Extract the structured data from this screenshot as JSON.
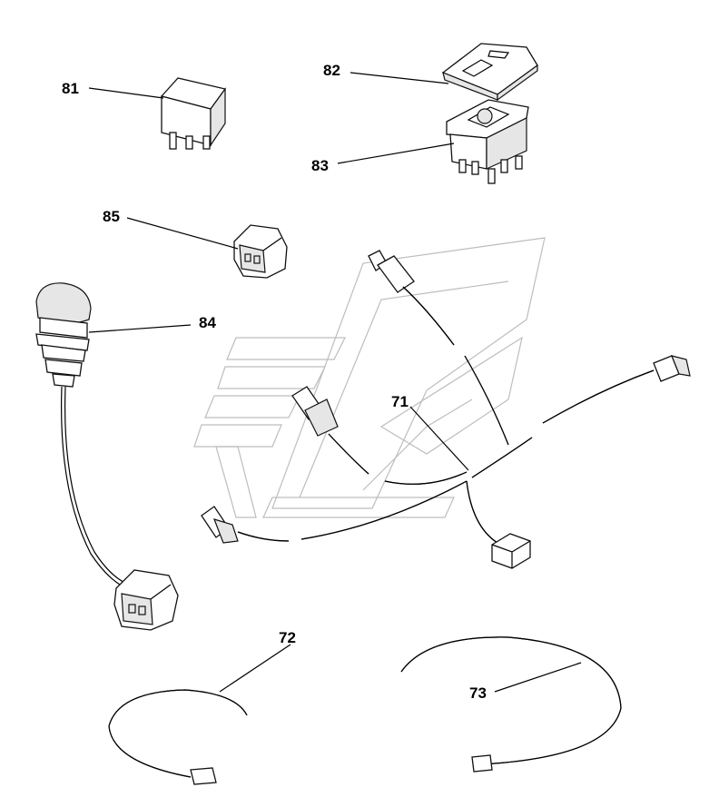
{
  "diagram": {
    "parts": [
      {
        "key": "p81",
        "label": "81"
      },
      {
        "key": "p82",
        "label": "82"
      },
      {
        "key": "p83",
        "label": "83"
      },
      {
        "key": "p85",
        "label": "85"
      },
      {
        "key": "p84",
        "label": "84"
      },
      {
        "key": "p71",
        "label": "71"
      },
      {
        "key": "p72",
        "label": "72"
      },
      {
        "key": "p73",
        "label": "73"
      }
    ]
  }
}
